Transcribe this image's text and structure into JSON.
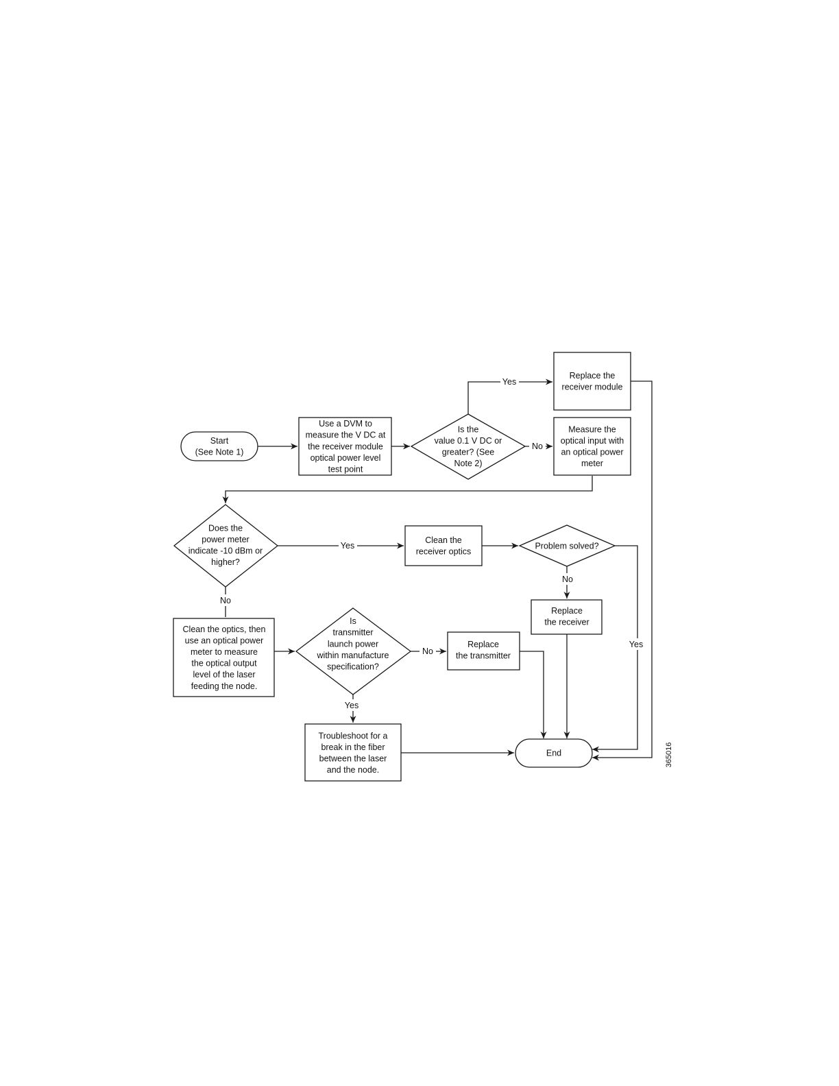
{
  "nodes": {
    "start": "Start|(See Note 1)",
    "measure_vdc": "Use a DVM to|measure the V DC at|the receiver module|optical power level|test point",
    "is_value": "Is the|value 0.1 V DC or|greater? (See|Note 2)",
    "replace_module": "Replace the|receiver module",
    "measure_optical": "Measure the|optical input with|an optical power|meter",
    "does_meter": "Does the|power meter|indicate -10 dBm or|higher?",
    "clean_receiver": "Clean the|receiver optics",
    "problem_solved": "Problem solved?",
    "replace_receiver": "Replace|the receiver",
    "clean_optics": "Clean the optics, then|use an optical power|meter to measure|the optical output|level of the laser|feeding the node.",
    "is_transmitter": "Is|transmitter|launch power|within manufacture|specification?",
    "replace_transmitter": "Replace|the transmitter",
    "troubleshoot": "Troubleshoot for a|break in the fiber|between the laser|and the node.",
    "end": "End"
  },
  "labels": {
    "yes_replace_module": "Yes",
    "no_measure_optical": "No",
    "yes_clean_receiver": "Yes",
    "no_clean_optics": "No",
    "no_replace_receiver": "No",
    "yes_problem_end": "Yes",
    "no_replace_transmitter": "No",
    "yes_troubleshoot": "Yes"
  },
  "figure_id": "365016"
}
